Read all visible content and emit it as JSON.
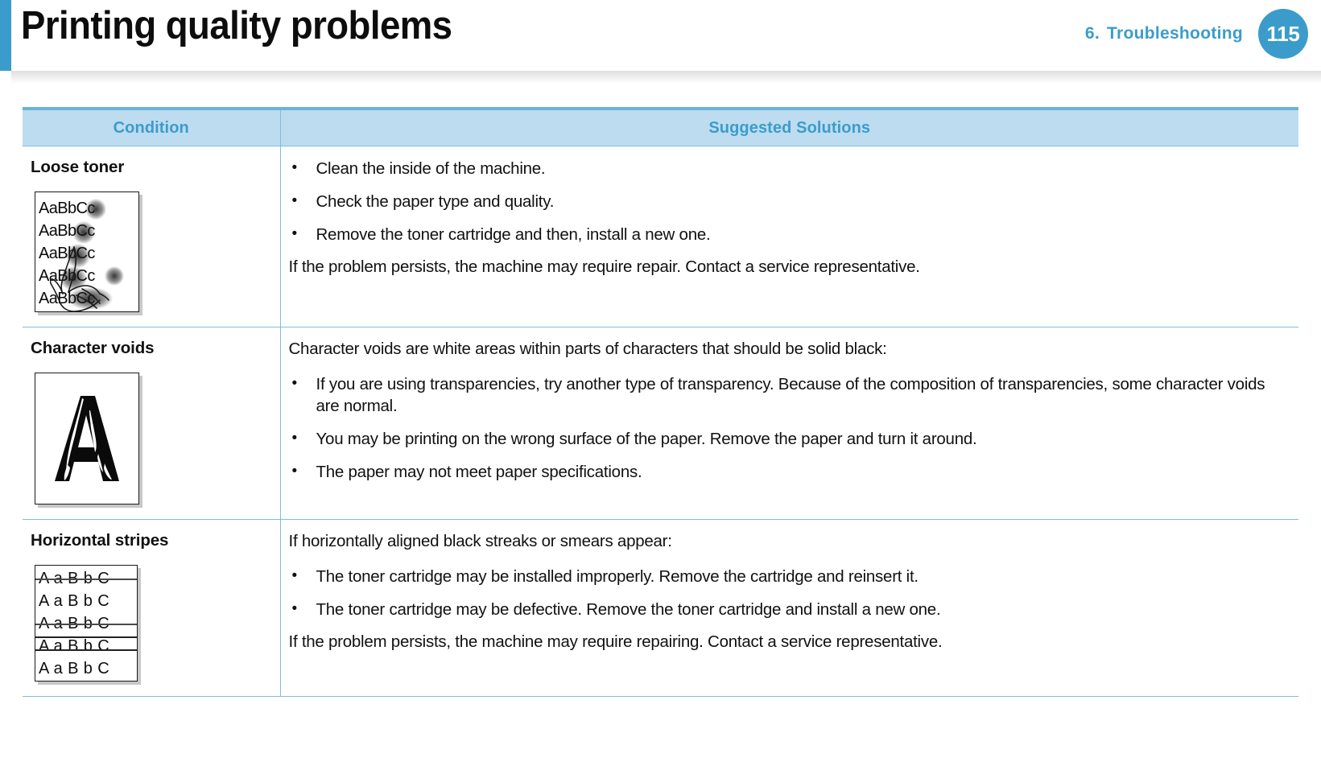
{
  "header": {
    "title": "Printing quality problems",
    "chapter_number": "6.",
    "chapter_name": "Troubleshooting",
    "page_number": "115",
    "accent_color": "#3b9ccb"
  },
  "table": {
    "columns": {
      "condition": "Condition",
      "solutions": "Suggested Solutions"
    },
    "header_bg": "#bddcf0",
    "header_text_color": "#3b9ccb",
    "border_color": "#7fbcdf",
    "rows": [
      {
        "condition": "Loose toner",
        "sample_image": "loose-toner-sample",
        "sample_text_lines": [
          "AaBbCc",
          "AaBbCc",
          "AaBbCc",
          "AaBbCc",
          "AaBbCc"
        ],
        "intro": "",
        "bullets": [
          "Clean the inside of the machine.",
          "Check the paper type and quality.",
          "Remove the toner cartridge and then, install a new one."
        ],
        "outro": "If the problem persists, the machine may require repair. Contact a service representative."
      },
      {
        "condition": "Character voids",
        "sample_image": "character-voids-sample",
        "sample_text_lines": [
          "A"
        ],
        "intro": "Character voids are white areas within parts of characters that should be solid black:",
        "bullets": [
          "If you are using transparencies, try another type of transparency. Because of the composition of transparencies, some character voids are normal.",
          "You may be printing on the wrong surface of the paper. Remove the paper and turn it around.",
          "The paper may not meet paper specifications."
        ],
        "outro": ""
      },
      {
        "condition": "Horizontal stripes",
        "sample_image": "horizontal-stripes-sample",
        "sample_text_lines": [
          "A a B b C",
          "A a B b C",
          "A a B b C",
          "A a B b C",
          "A a B b C"
        ],
        "intro": "If horizontally aligned black streaks or smears appear:",
        "bullets": [
          "The toner cartridge may be installed improperly. Remove the cartridge and reinsert it.",
          "The toner cartridge may be defective. Remove the toner cartridge and install a new one."
        ],
        "outro": "If the problem persists, the machine may require repairing. Contact a service representative."
      }
    ]
  }
}
